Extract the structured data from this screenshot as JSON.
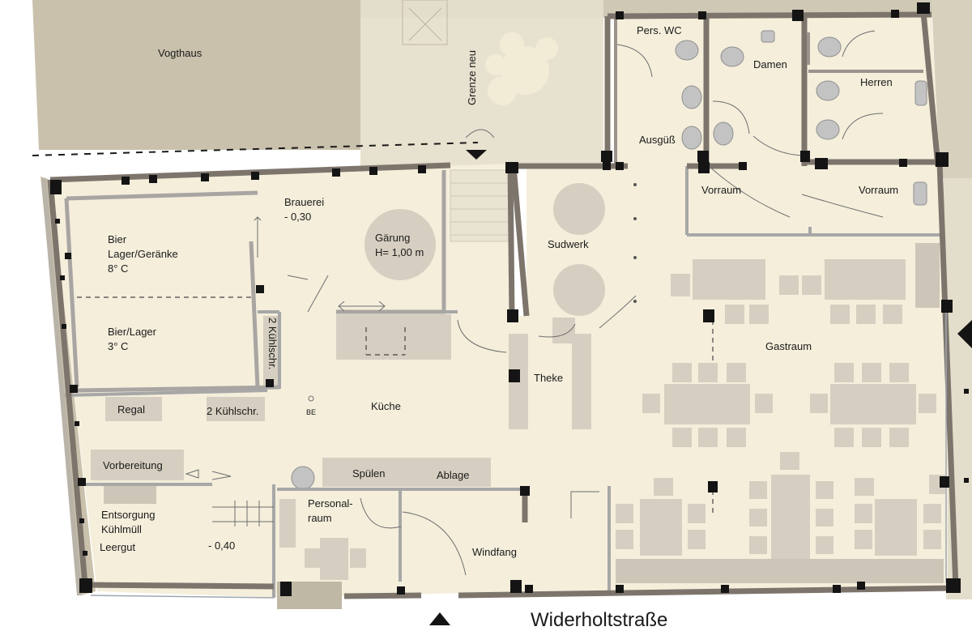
{
  "neighbor": {
    "building": "Vogthaus",
    "boundary": "Grenze neu"
  },
  "rooms": {
    "pers_wc": "Pers. WC",
    "damen": "Damen",
    "herren": "Herren",
    "ausguss": "Ausgüß",
    "vorraum_1": "Vorraum",
    "vorraum_2": "Vorraum",
    "brauerei_name": "Brauerei",
    "brauerei_level": "- 0,30",
    "gaerung_name": "Gärung",
    "gaerung_height": "H= 1,00 m",
    "bier_lager_1": "Bier",
    "bier_lager_2": "Lager/Geränke",
    "bier_lager_3": "8° C",
    "bierlager_1": "Bier/Lager",
    "bierlager_2": "3° C",
    "kuehlschrank_vertical": "2 Kühlschr.",
    "kuehlschrank_horizontal": "2 Kühlschr.",
    "regal": "Regal",
    "kueche": "Küche",
    "be": "BE",
    "sudwerk": "Sudwerk",
    "theke": "Theke",
    "gastraum": "Gastraum",
    "vorbereitung": "Vorbereitung",
    "spuelen": "Spülen",
    "ablage": "Ablage",
    "personalraum_1": "Personal-",
    "personalraum_2": "raum",
    "entsorgung_1": "Entsorgung",
    "entsorgung_2": "Kühlmüll",
    "leergut": "Leergut",
    "leergut_level": "- 0,40",
    "windfang": "Windfang"
  },
  "street": "Widerholtstraße",
  "colors": {
    "floor": "#f4eedb",
    "neighbor_roof": "#c9c1ac",
    "neighbor_yard": "#e7e1cf",
    "wall": "#7d756c",
    "furniture": "#d6cfc1",
    "column": "#141414"
  },
  "icons": [
    "entrance-arrow-icon",
    "tree-icon",
    "toilet-icon",
    "washbasin-icon"
  ]
}
